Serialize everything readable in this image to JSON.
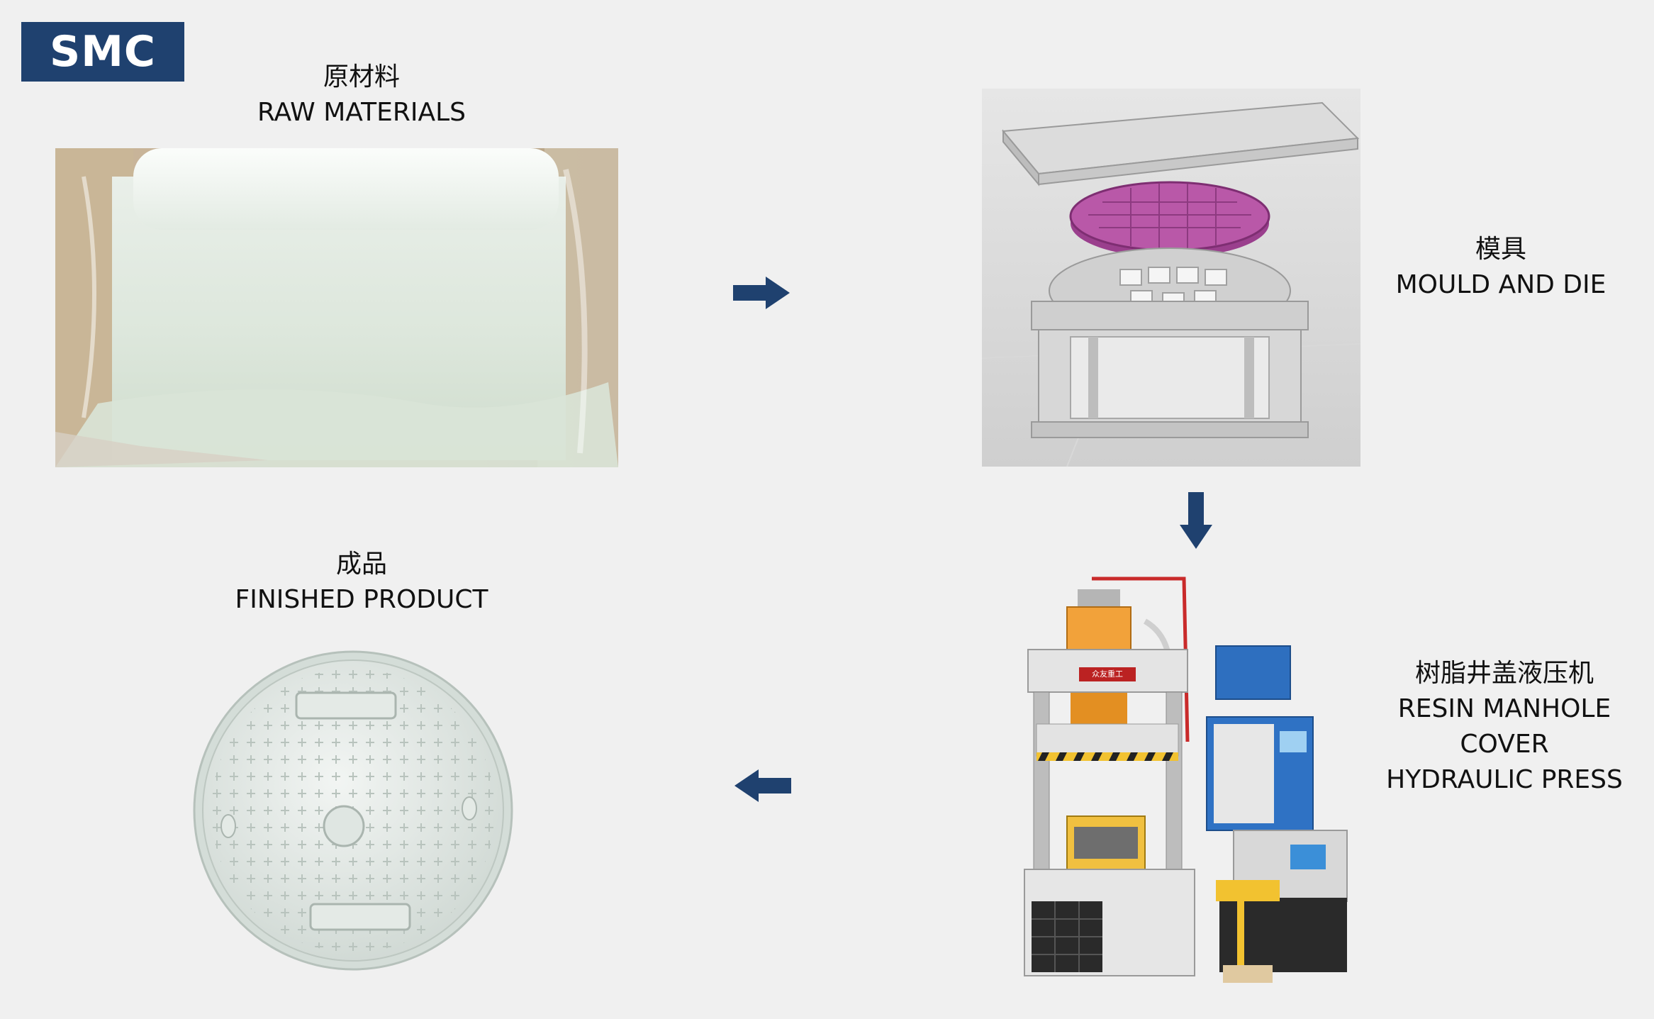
{
  "badge": {
    "text": "SMC"
  },
  "colors": {
    "accent": "#1f416f",
    "background": "#f0f0f0"
  },
  "steps": {
    "raw": {
      "zh": "原材料",
      "en": "RAW MATERIALS"
    },
    "mould": {
      "zh": "模具",
      "en": "MOULD AND DIE"
    },
    "press": {
      "zh": "树脂井盖液压机",
      "en_1": "RESIN MANHOLE",
      "en_2": "COVER",
      "en_3": "HYDRAULIC PRESS"
    },
    "finished": {
      "zh": "成品",
      "en": "FINISHED PRODUCT"
    }
  },
  "press_plate": {
    "brand": "众友重工"
  },
  "arrows": [
    "arrow-right",
    "arrow-down",
    "arrow-left"
  ]
}
